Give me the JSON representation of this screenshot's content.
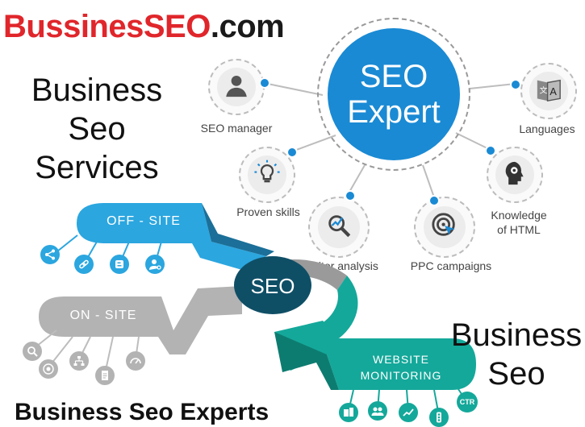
{
  "brand": {
    "part1": "Bussines",
    "part2": "SEO",
    "part3": ".com"
  },
  "headline": {
    "line1": "Business",
    "line2": "Seo",
    "line3": "Services"
  },
  "hub": {
    "line1": "SEO",
    "line2": "Expert"
  },
  "skills": [
    {
      "label": "SEO manager",
      "icon": "manager-icon"
    },
    {
      "label": "Proven skills",
      "icon": "lightbulb-icon"
    },
    {
      "label": "ompetitor analysis",
      "icon": "magnifier-chart-icon"
    },
    {
      "label": "PPC campaigns",
      "icon": "target-cursor-icon"
    },
    {
      "label": "Knowledge",
      "label2": "of HTML",
      "icon": "head-gear-icon"
    },
    {
      "label": "Languages",
      "icon": "translate-book-icon"
    }
  ],
  "flow": {
    "offsite": "OFF - SITE",
    "center": "SEO",
    "onsite": "ON - SITE",
    "website_line1": "WEBSITE",
    "website_line2": "MONITORING",
    "ctr": "CTR"
  },
  "side": {
    "line1": "Business",
    "line2": "Seo"
  },
  "footer": "Business Seo Experts",
  "colors": {
    "blue": "#1a8ad4",
    "offsite": "#2ba6df",
    "onsite": "#b3b3b3",
    "teal": "#14a89a",
    "dark": "#0f4f66",
    "red": "#e0262b"
  }
}
